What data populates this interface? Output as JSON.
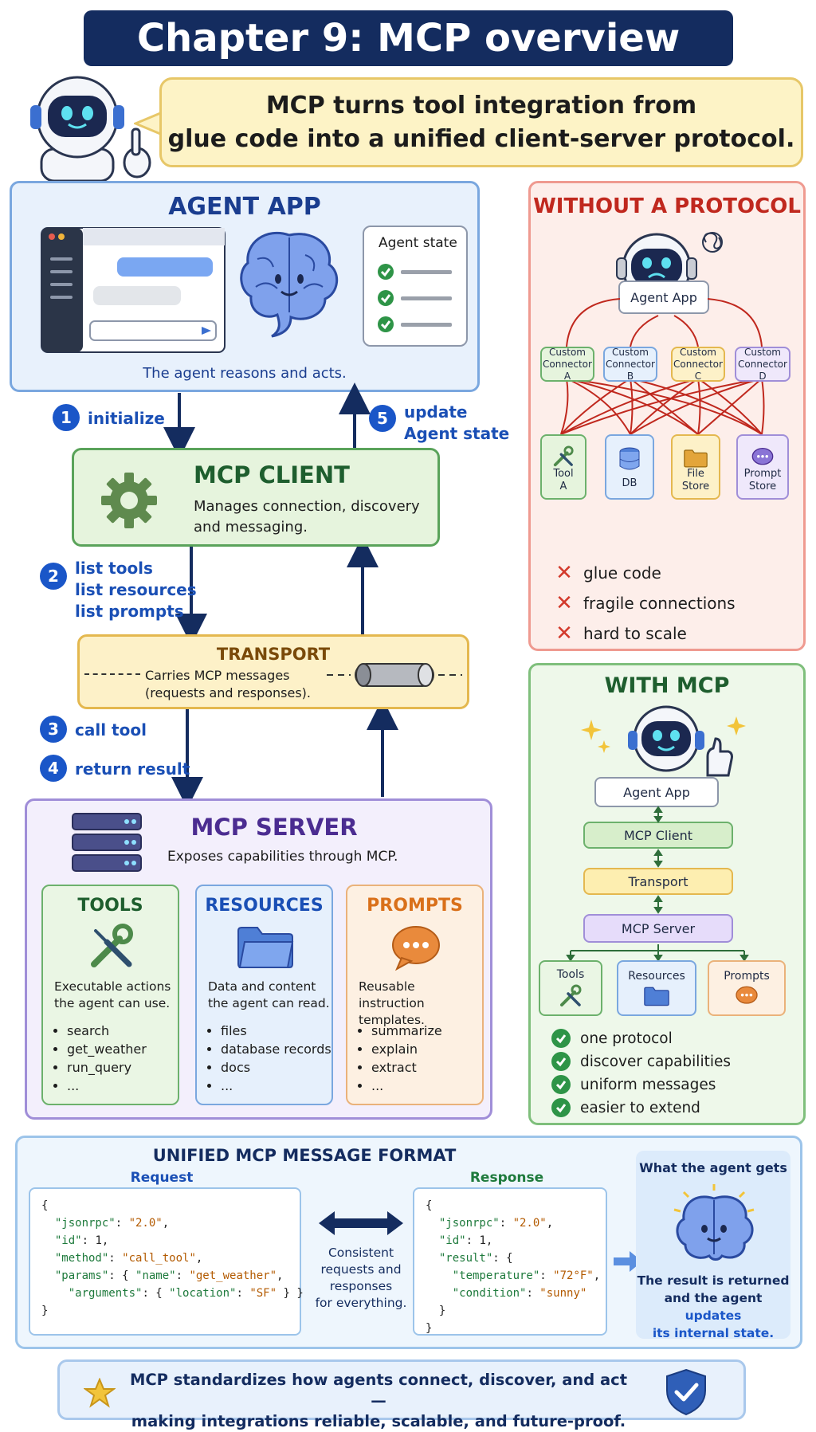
{
  "title": "Chapter 9: MCP overview",
  "bubble": {
    "line1": "MCP turns tool integration from",
    "line2": "glue code into a unified client-server protocol."
  },
  "agent_app": {
    "title": "AGENT APP",
    "state_label": "Agent state",
    "caption": "The agent reasons and acts."
  },
  "steps": {
    "s1": {
      "num": "1",
      "text": "initialize"
    },
    "s2": {
      "num": "2",
      "lines": [
        "list tools",
        "list resources",
        "list prompts"
      ]
    },
    "s3": {
      "num": "3",
      "text": "call tool"
    },
    "s4": {
      "num": "4",
      "text": "return result"
    },
    "s5": {
      "num": "5",
      "lines": [
        "update",
        "Agent state"
      ]
    }
  },
  "client": {
    "title": "MCP CLIENT",
    "desc_1": "Manages connection, discovery",
    "desc_2": "and messaging."
  },
  "transport": {
    "title": "TRANSPORT",
    "desc_1": "Carries MCP messages",
    "desc_2": "(requests and responses)."
  },
  "server": {
    "title": "MCP SERVER",
    "desc": "Exposes capabilities through MCP.",
    "cards": [
      {
        "title": "TOOLS",
        "desc_1": "Executable actions",
        "desc_2": "the agent can use.",
        "items": [
          "search",
          "get_weather",
          "run_query",
          "..."
        ]
      },
      {
        "title": "RESOURCES",
        "desc_1": "Data and content",
        "desc_2": "the agent can read.",
        "items": [
          "files",
          "database records",
          "docs",
          "..."
        ]
      },
      {
        "title": "PROMPTS",
        "desc_1": "Reusable instruction",
        "desc_2": "templates.",
        "items": [
          "summarize",
          "explain",
          "extract",
          "..."
        ]
      }
    ]
  },
  "without": {
    "title": "WITHOUT A PROTOCOL",
    "agent_app": "Agent App",
    "connectors": [
      {
        "l1": "Custom",
        "l2": "Connector A"
      },
      {
        "l1": "Custom",
        "l2": "Connector B"
      },
      {
        "l1": "Custom",
        "l2": "Connector C"
      },
      {
        "l1": "Custom",
        "l2": "Connector D"
      }
    ],
    "targets": [
      {
        "l1": "Tool",
        "l2": "A"
      },
      {
        "l1": "DB",
        "l2": ""
      },
      {
        "l1": "File",
        "l2": "Store"
      },
      {
        "l1": "Prompt",
        "l2": "Store"
      }
    ],
    "problems": [
      "glue code",
      "fragile connections",
      "hard to scale"
    ]
  },
  "with": {
    "title": "WITH MCP",
    "agent_app": "Agent App",
    "client": "MCP Client",
    "transport": "Transport",
    "server": "MCP Server",
    "children": [
      "Tools",
      "Resources",
      "Prompts"
    ],
    "benefits": [
      "one protocol",
      "discover capabilities",
      "uniform messages",
      "easier to extend"
    ]
  },
  "format": {
    "title": "UNIFIED MCP MESSAGE FORMAT",
    "request_label": "Request",
    "response_label": "Response",
    "middle_1": "Consistent",
    "middle_2": "requests and",
    "middle_3": "responses",
    "middle_4": "for everything.",
    "agent_gets": "What the agent gets",
    "result_1": "The result is returned",
    "result_2a": "and the agent ",
    "result_2b": "updates",
    "result_3": "its internal state."
  },
  "request_json": {
    "l0": "{",
    "l1k": "\"jsonrpc\"",
    "l1v": "\"2.0\"",
    "l2k": "\"id\"",
    "l2v": "1",
    "l3k": "\"method\"",
    "l3v": "\"call_tool\"",
    "l4k": "\"params\"",
    "l4a": "\"name\"",
    "l4v": "\"get_weather\"",
    "l5k": "\"arguments\"",
    "l5a": "\"location\"",
    "l5v": "\"SF\"",
    "l6": "}"
  },
  "response_json": {
    "l0": "{",
    "l1k": "\"jsonrpc\"",
    "l1v": "\"2.0\"",
    "l2k": "\"id\"",
    "l2v": "1",
    "l3k": "\"result\"",
    "l4k": "\"temperature\"",
    "l4v": "\"72°F\"",
    "l5k": "\"condition\"",
    "l5v": "\"sunny\"",
    "l6": "}",
    "l7": "}"
  },
  "footer": {
    "line1": "MCP standardizes how agents connect, discover, and act—",
    "line2": "making integrations reliable, scalable, and future-proof."
  },
  "colors": {
    "navy": "#142c5f",
    "blue": "#1a56c8",
    "green": "#1e5e2e",
    "red": "#c0281e",
    "purple": "#4b2c91",
    "orange": "#d9701a"
  }
}
